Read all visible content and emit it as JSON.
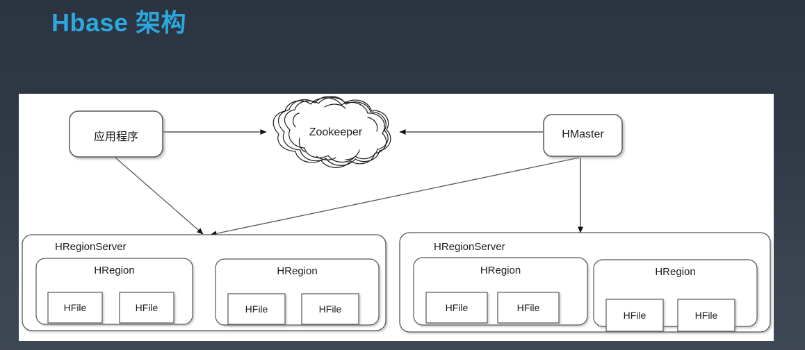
{
  "slide": {
    "title": "Hbase 架构",
    "title_color": "#2ca8e0",
    "background_top_color": "#2b3440",
    "background_bottom_color": "#3d4854",
    "canvas_color": "#ffffff"
  },
  "diagram": {
    "type": "architecture-block-diagram",
    "stroke_color": "#555555",
    "nodes": {
      "application": {
        "label": "应用程序",
        "shape": "rounded-rect"
      },
      "zookeeper": {
        "label": "Zookeeper",
        "shape": "cloud"
      },
      "hmaster": {
        "label": "HMaster",
        "shape": "rounded-rect"
      }
    },
    "region_servers": [
      {
        "label": "HRegionServer",
        "regions": [
          {
            "label": "HRegion",
            "hfiles": [
              {
                "label": "HFile"
              },
              {
                "label": "HFile"
              }
            ]
          },
          {
            "label": "HRegion",
            "hfiles": [
              {
                "label": "HFile"
              },
              {
                "label": "HFile"
              }
            ]
          }
        ]
      },
      {
        "label": "HRegionServer",
        "regions": [
          {
            "label": "HRegion",
            "hfiles": [
              {
                "label": "HFile"
              },
              {
                "label": "HFile"
              }
            ]
          },
          {
            "label": "HRegion",
            "hfiles": [
              {
                "label": "HFile"
              },
              {
                "label": "HFile"
              }
            ]
          }
        ]
      }
    ],
    "connections": [
      {
        "from": "application",
        "to": "zookeeper",
        "arrow": "single"
      },
      {
        "from": "hmaster",
        "to": "zookeeper",
        "arrow": "single"
      },
      {
        "from": "application",
        "to": "region-server-1",
        "arrow": "single"
      },
      {
        "from": "hmaster",
        "to": "region-server-1",
        "arrow": "single"
      },
      {
        "from": "hmaster",
        "to": "region-server-2",
        "arrow": "single"
      }
    ]
  }
}
